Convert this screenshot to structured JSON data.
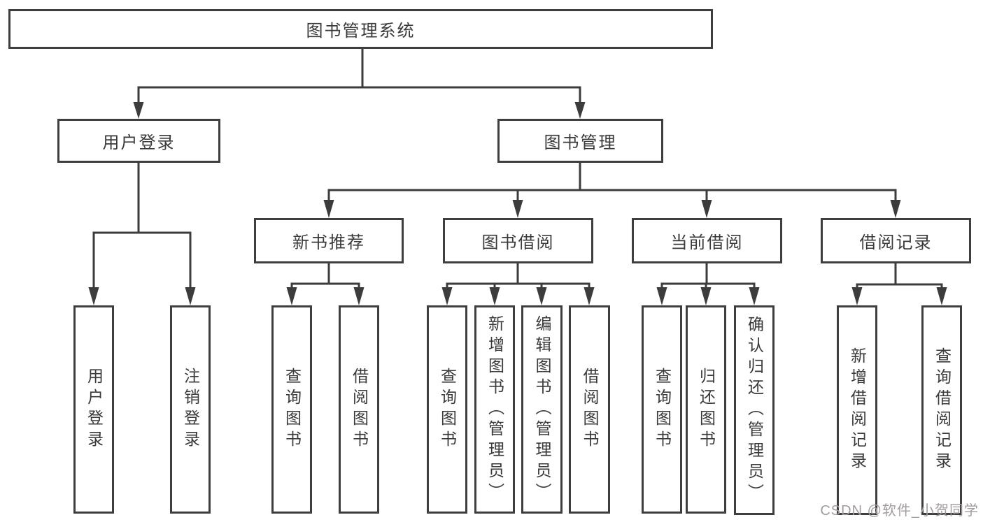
{
  "diagram": {
    "root": "图书管理系统",
    "level2": [
      "用户登录",
      "图书管理"
    ],
    "level3": [
      "新书推荐",
      "图书借阅",
      "当前借阅",
      "借阅记录"
    ],
    "leaves": [
      "用户登录",
      "注销登录",
      "查询图书",
      "借阅图书",
      "查询图书",
      "新增图书（管理员）",
      "编辑图书（管理员）",
      "借阅图书",
      "查询图书",
      "归还图书",
      "确认归还（管理员）",
      "新增借阅记录",
      "查询借阅记录"
    ]
  },
  "colors": {
    "line": "#3c3c3c",
    "box_border": "#3e3e3e",
    "text": "#3a3a3a",
    "background": "#ffffff",
    "watermark": "#a39c9c"
  },
  "watermark": "CSDN @软件_小贺同学"
}
